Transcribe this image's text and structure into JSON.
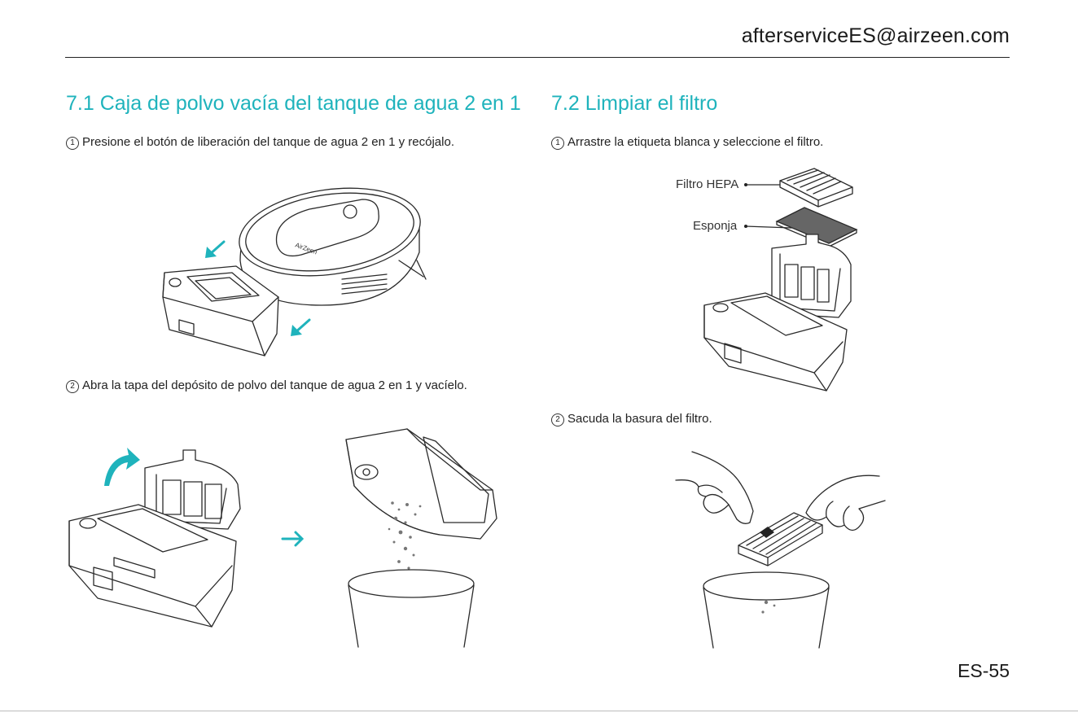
{
  "header": {
    "email": "afterserviceES@airzeen.com"
  },
  "section1": {
    "title": "7.1 Caja de polvo vacía del tanque de agua 2 en 1",
    "step1": {
      "num": "1",
      "text": "Presione el botón de liberación del tanque de agua 2 en 1 y recójalo."
    },
    "step2": {
      "num": "2",
      "text": "Abra la tapa del depósito de polvo del tanque de agua 2 en 1 y vacíelo."
    }
  },
  "section2": {
    "title": "7.2 Limpiar el filtro",
    "step1": {
      "num": "1",
      "text": "Arrastre la etiqueta blanca y seleccione el filtro."
    },
    "labels": {
      "hepa": "Filtro HEPA",
      "sponge": "Esponja"
    },
    "step2": {
      "num": "2",
      "text": "Sacuda la basura del filtro."
    }
  },
  "robot": {
    "brand": "AirZeen"
  },
  "footer": {
    "page": "ES-55"
  },
  "colors": {
    "accent": "#1fb3bc",
    "text": "#222222",
    "sponge": "#666666"
  }
}
